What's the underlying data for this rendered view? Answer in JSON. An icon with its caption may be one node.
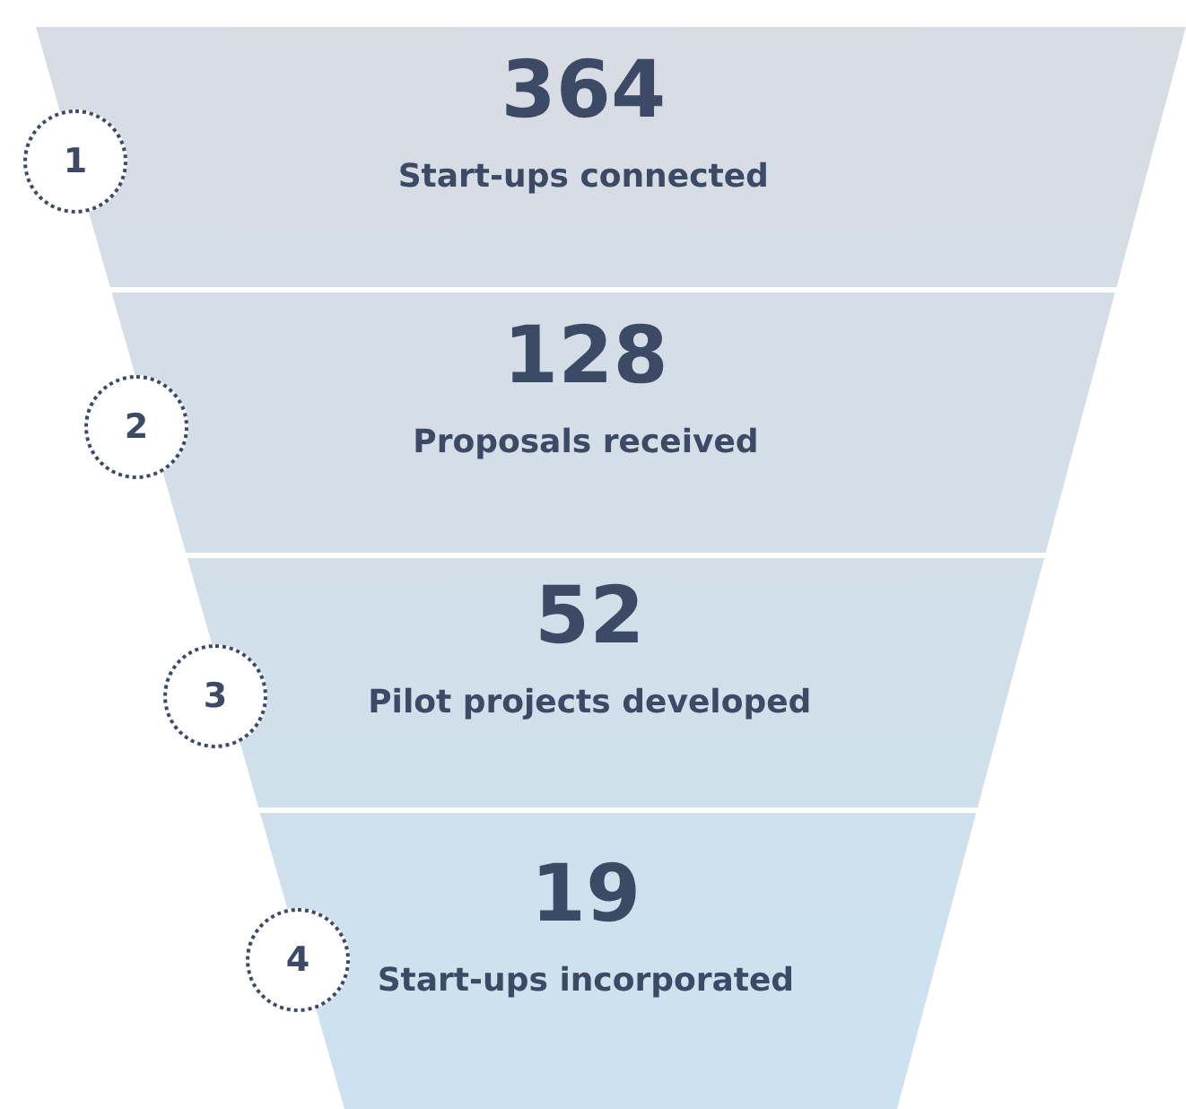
{
  "diagram": {
    "nodes": [
      {
        "text": [
          "1"
        ]
      },
      {
        "text": [
          "364",
          "Start-ups connected"
        ]
      },
      {
        "text": [
          "2"
        ]
      },
      {
        "text": [
          "128",
          "Proposals received"
        ]
      },
      {
        "text": [
          "3"
        ]
      },
      {
        "text": [
          "52",
          "Pilot projects developed"
        ]
      },
      {
        "text": [
          "4"
        ]
      },
      {
        "text": [
          "19",
          "Start-ups incorporated"
        ]
      }
    ]
  }
}
